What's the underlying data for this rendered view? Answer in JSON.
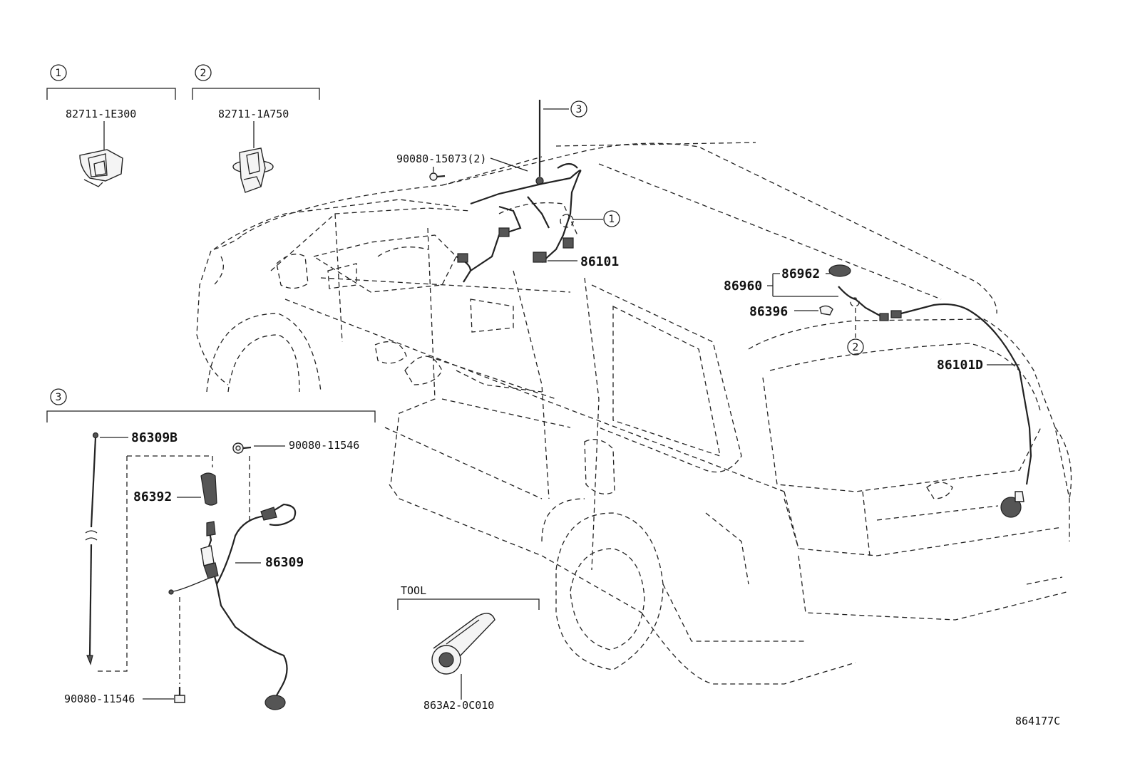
{
  "callouts": {
    "c1": "1",
    "c2": "2",
    "c3": "3"
  },
  "insets": {
    "inset1_part": "82711-1E300",
    "inset2_part": "82711-1A750",
    "tool_label": "TOOL",
    "tool_part": "863A2-0C010"
  },
  "labels": {
    "bolt_top": "90080-15073(2)",
    "harness_main": "86101",
    "assy_86960": "86960",
    "cap_86962": "86962",
    "clip_86396": "86396",
    "harness_rear": "86101D",
    "mast_86309B": "86309B",
    "bolt_upper": "90080-11546",
    "pad_86392": "86392",
    "cord_86309": "86309",
    "bolt_lower": "90080-11546"
  },
  "figure_code": "864177C"
}
